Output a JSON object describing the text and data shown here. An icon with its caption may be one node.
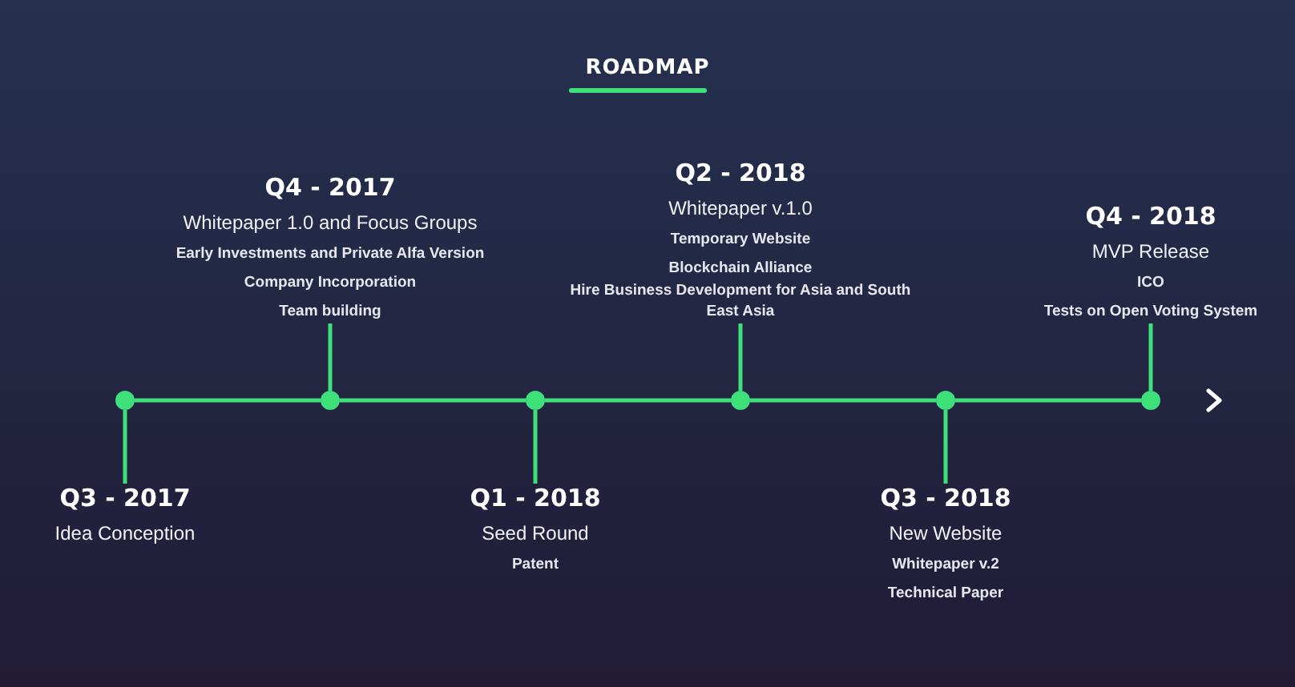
{
  "diagram": {
    "title": "ROADMAP",
    "nodes": [
      {
        "text": [],
        "shape": "circle"
      },
      {
        "text": [],
        "shape": "circle"
      },
      {
        "text": [],
        "shape": "circle"
      },
      {
        "text": [],
        "shape": "circle"
      },
      {
        "text": [],
        "shape": "circle"
      },
      {
        "text": [],
        "shape": "circle"
      },
      {
        "text": [
          "Q3 - 2017",
          "Idea Conception"
        ]
      },
      {
        "text": [
          "Q4 - 2017",
          "Whitepaper 1.0 and Focus Groups",
          "Early Investments and Private Alfa Version",
          "Company Incorporation",
          "Team building"
        ]
      },
      {
        "text": [
          "Q1 - 2018",
          "Seed Round",
          "Patent"
        ]
      },
      {
        "text": [
          "Q2 - 2018",
          "Whitepaper v.1.0",
          "Temporary Website",
          "Blockchain Alliance",
          "Hire Business Development for Asia and South East Asia"
        ]
      },
      {
        "text": [
          "Q3 - 2018",
          "New Website",
          "Whitepaper v.2",
          "Technical Paper"
        ]
      },
      {
        "text": [
          "Q4 - 2018",
          "MVP Release",
          "ICO",
          "Tests on Open Voting System"
        ]
      }
    ],
    "edges": [
      {
        "from": 0,
        "to": 1,
        "arrow": "none"
      },
      {
        "from": 1,
        "to": 2,
        "arrow": "none"
      },
      {
        "from": 2,
        "to": 3,
        "arrow": "none"
      },
      {
        "from": 3,
        "to": 4,
        "arrow": "none"
      },
      {
        "from": 4,
        "to": 5,
        "arrow": "none"
      },
      {
        "from": 0,
        "to": 6,
        "arrow": "none"
      },
      {
        "from": 1,
        "to": 7,
        "arrow": "none"
      },
      {
        "from": 2,
        "to": 8,
        "arrow": "none"
      },
      {
        "from": 3,
        "to": 9,
        "arrow": "none"
      },
      {
        "from": 4,
        "to": 10,
        "arrow": "none"
      },
      {
        "from": 5,
        "to": 11,
        "arrow": "none"
      }
    ]
  }
}
